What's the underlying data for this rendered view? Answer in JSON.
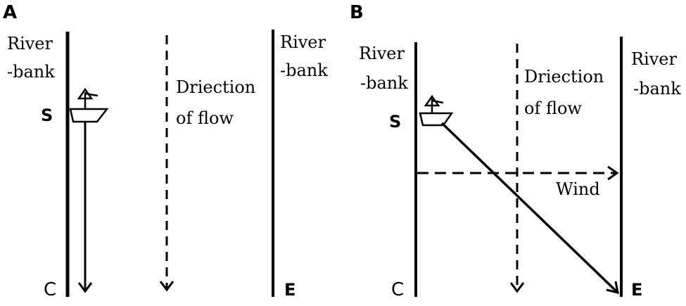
{
  "panels": [
    {
      "letter": "A",
      "left_bank": [
        "River",
        "-bank"
      ],
      "right_bank": [
        "River",
        "-bank"
      ],
      "flow_label": [
        "Driection",
        "of flow"
      ],
      "start": "S",
      "current_end": "C",
      "end": "E"
    },
    {
      "letter": "B",
      "left_bank": [
        "River",
        "-bank"
      ],
      "right_bank": [
        "River",
        "-bank"
      ],
      "flow_label": [
        "Driection",
        "of flow"
      ],
      "wind_label": "Wind",
      "start": "S",
      "current_end": "C",
      "end": "E"
    }
  ],
  "colors": {
    "ink": "#000000",
    "background": "#ffffff"
  }
}
